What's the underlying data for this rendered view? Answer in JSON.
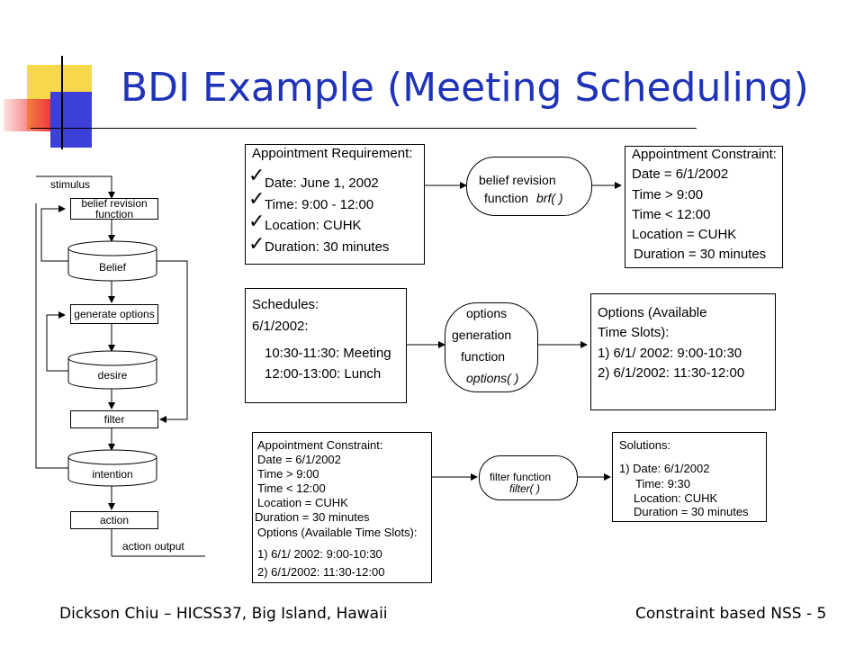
{
  "title": "BDI Example (Meeting Scheduling)",
  "footer": {
    "left": "Dickson Chiu – HICSS37, Big Island, Hawaii",
    "right": "Constraint based NSS - 5"
  },
  "colors": {
    "title": "#1f33b8",
    "deco_yellow": "#f7d84a",
    "deco_blue": "#3c3fd8",
    "deco_red": "#ee3b3b"
  },
  "flow": {
    "stimulus": "stimulus",
    "belief_revision": "belief revision function",
    "belief": "Belief",
    "generate_options": "generate options",
    "desire": "desire",
    "filter": "filter",
    "intention": "intention",
    "action": "action",
    "action_output": "action output"
  },
  "row1": {
    "req_title": "Appointment Requirement:",
    "req_items": [
      "Date: June 1, 2002",
      "Time: 9:00 - 12:00",
      "Location: CUHK",
      "Duration: 30 minutes"
    ],
    "func_line1": "belief revision",
    "func_line2": "function",
    "func_name": "brf( )",
    "constraint_title": "Appointment Constraint:",
    "constraint_items": [
      "Date = 6/1/2002",
      "Time > 9:00",
      "Time < 12:00",
      "Location = CUHK",
      "Duration = 30 minutes"
    ]
  },
  "row2": {
    "sched_title": "Schedules:",
    "sched_date": "6/1/2002:",
    "sched_items": [
      "10:30-11:30: Meeting",
      "12:00-13:00: Lunch"
    ],
    "func_lines": [
      "options",
      "generation",
      "function"
    ],
    "func_name": "options( )",
    "options_title1": "Options (Available",
    "options_title2": "Time Slots):",
    "options_items": [
      "1)  6/1/ 2002: 9:00-10:30",
      "2)  6/1/2002: 11:30-12:00"
    ]
  },
  "row3": {
    "constraint_title": "Appointment Constraint:",
    "constraint_items": [
      "Date = 6/1/2002",
      "Time > 9:00",
      "Time < 12:00",
      "Location = CUHK",
      "Duration  = 30 minutes"
    ],
    "options_title": "Options (Available Time  Slots):",
    "options_items": [
      "1)  6/1/ 2002: 9:00-10:30",
      "2)  6/1/2002: 11:30-12:00"
    ],
    "func_line1": "filter function",
    "func_name": "filter( )",
    "solutions_title": "Solutions:",
    "solutions_items": [
      "1) Date: 6/1/2002",
      "Time: 9:30",
      "Location: CUHK",
      "Duration  = 30 minutes"
    ]
  }
}
